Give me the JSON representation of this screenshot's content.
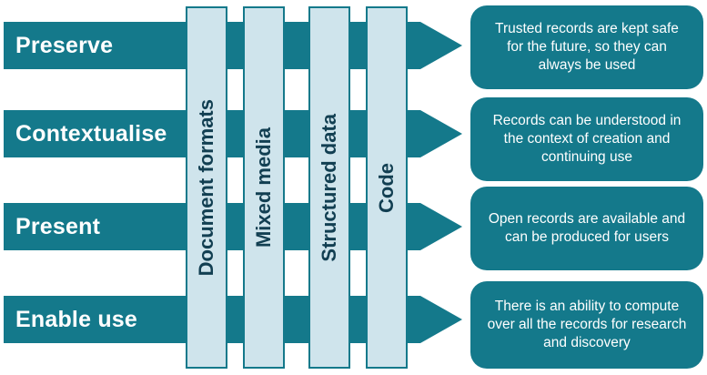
{
  "colors": {
    "teal": "#14798b",
    "bar_fill": "#cfe4ec",
    "bar_border": "#14798b",
    "bar_text": "#123f52",
    "arrow_text": "#ffffff",
    "callout_text": "#ffffff"
  },
  "arrows": [
    {
      "label": "Preserve"
    },
    {
      "label": "Contextualise"
    },
    {
      "label": "Present"
    },
    {
      "label": "Enable use"
    }
  ],
  "bars": [
    {
      "label": "Document formats"
    },
    {
      "label": "Mixed media"
    },
    {
      "label": "Structured data"
    },
    {
      "label": "Code"
    }
  ],
  "callouts": [
    {
      "text": "Trusted records are kept safe for the future, so they can always be used"
    },
    {
      "text": "Records can be understood in the context of creation and continuing use"
    },
    {
      "text": "Open records are available and can be produced for users"
    },
    {
      "text": "There is an ability to compute over all the records for research and discovery"
    }
  ]
}
